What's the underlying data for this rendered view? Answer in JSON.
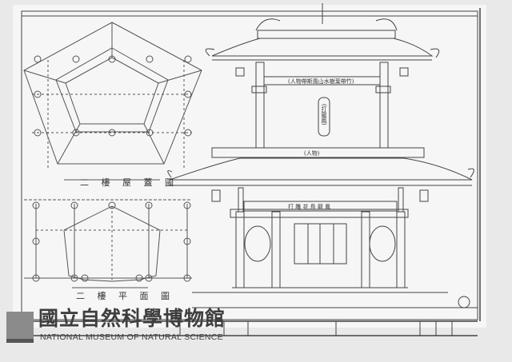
{
  "drawing": {
    "roof_plan_label": "二 樓 屋 蓋 圖",
    "floor_plan_label": "二 樓 平 面 圖",
    "upper_plaque": "(人物帶斯風山水樹葉帶竹)",
    "vertical_plaque": "(打龍鳳)",
    "lower_plaque": "(人物)",
    "lower_beam_text": "打 雕 花 鳥 龍 鳳"
  },
  "watermark": {
    "name_zh": "國立自然科學博物館",
    "name_en": "NATIONAL MUSEUM OF NATURAL SCIENCE",
    "logo": "museum-logo-icon"
  },
  "colors": {
    "paper": "#f4f4f4",
    "ink": "#3a3a3a",
    "watermark": "#3e3e3e"
  }
}
